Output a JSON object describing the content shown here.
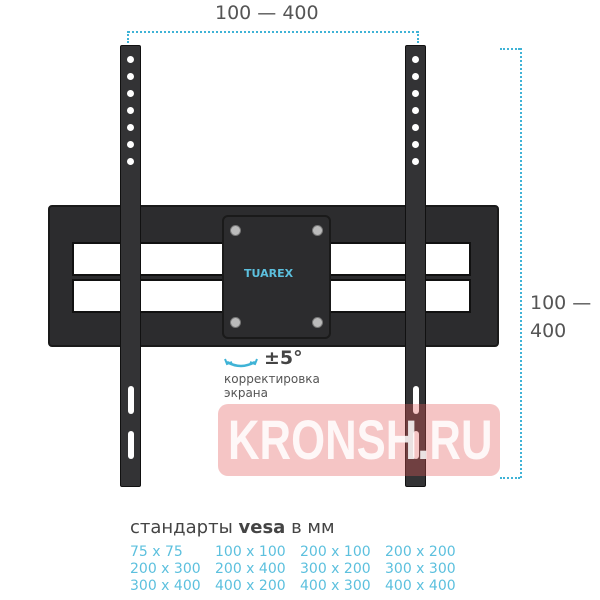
{
  "dimensions": {
    "horizontal": "100 — 400",
    "vertical_line1": "100 —",
    "vertical_line2": "400"
  },
  "brand": "TUAREX",
  "tilt": {
    "value": "±5°",
    "caption_line1": "корректировка",
    "caption_line2": "экрана",
    "icon": "double-arrow-curved-icon"
  },
  "watermark": "KRONSH.RU",
  "vesa": {
    "title_prefix": "стандарты",
    "title_bold": "vesa",
    "title_suffix": "в мм",
    "sizes": [
      "75 x 75",
      "100 x 100",
      "200 x 100",
      "200 x 200",
      "200 x 300",
      "200 x 400",
      "300 x 200",
      "300 x 300",
      "300 x 400",
      "400 x 200",
      "400 x 300",
      "400 x 400"
    ]
  },
  "colors": {
    "accent": "#3fb3d6",
    "watermark": "#e25a5a",
    "mount": "#2c2c2e"
  }
}
